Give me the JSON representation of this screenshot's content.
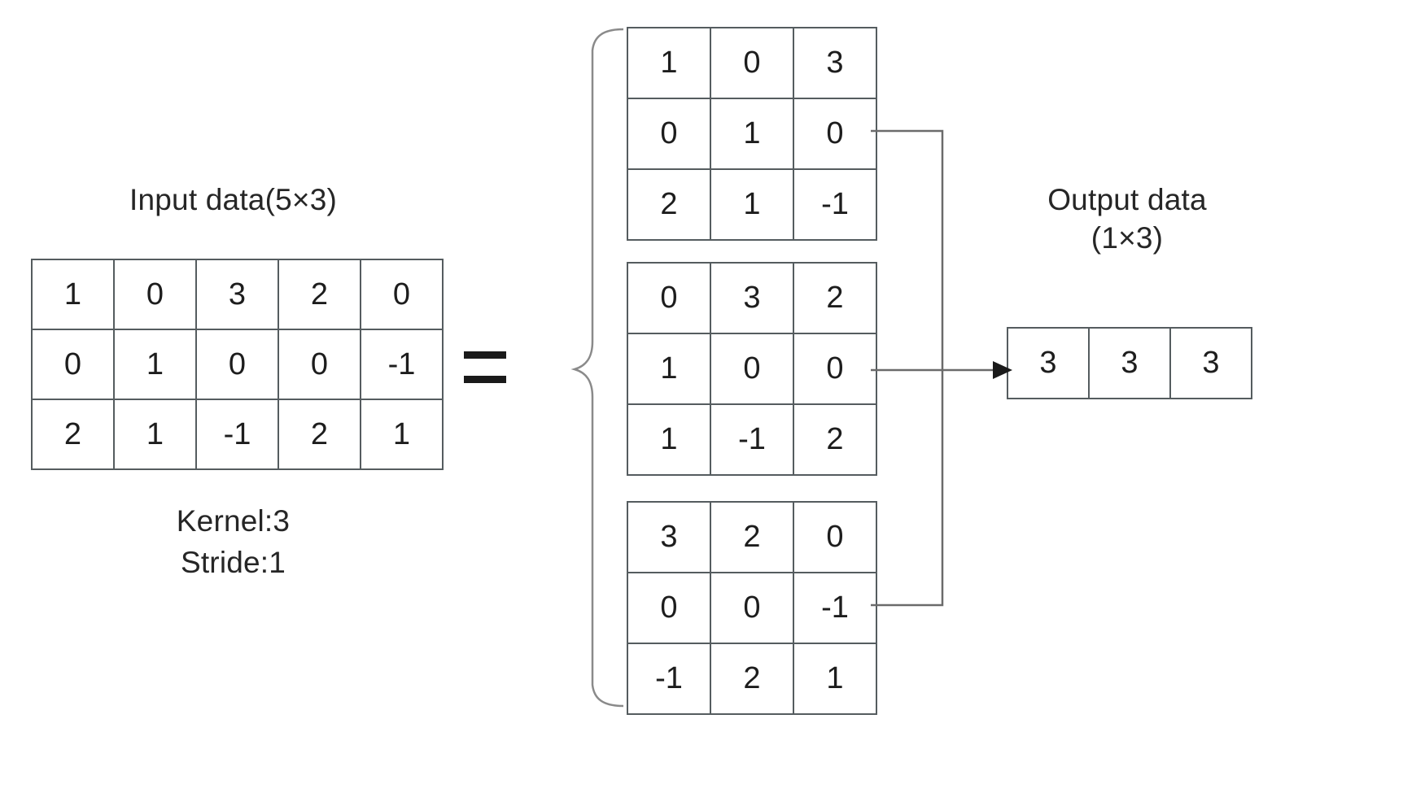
{
  "diagram": {
    "title_input": "Input data(5×3)",
    "title_output": "Output data\n(1×3)",
    "kernel_label": "Kernel:3",
    "stride_label": "Stride:1",
    "equals_symbol": "=",
    "colors": {
      "background": "#ffffff",
      "text": "#262626",
      "cell_border": "#555c5f",
      "outer_border": "#6e7478",
      "connector": "#6b6b6b",
      "arrow": "#1a1a1a"
    }
  },
  "input_matrix": {
    "label": "Input data(5×3)",
    "rows": [
      [
        "1",
        "0",
        "3",
        "2",
        "0"
      ],
      [
        "0",
        "1",
        "0",
        "0",
        "-1"
      ],
      [
        "2",
        "1",
        "-1",
        "2",
        "1"
      ]
    ]
  },
  "patches": [
    {
      "name": "patch-1",
      "rows": [
        [
          "1",
          "0",
          "3"
        ],
        [
          "0",
          "1",
          "0"
        ],
        [
          "2",
          "1",
          "-1"
        ]
      ]
    },
    {
      "name": "patch-2",
      "rows": [
        [
          "0",
          "3",
          "2"
        ],
        [
          "1",
          "0",
          "0"
        ],
        [
          "1",
          "-1",
          "2"
        ]
      ]
    },
    {
      "name": "patch-3",
      "rows": [
        [
          "3",
          "2",
          "0"
        ],
        [
          "0",
          "0",
          "-1"
        ],
        [
          "-1",
          "2",
          "1"
        ]
      ]
    }
  ],
  "output_matrix": {
    "label": "Output data\n(1×3)",
    "rows": [
      [
        "3",
        "3",
        "3"
      ]
    ]
  },
  "params": {
    "kernel": "Kernel:3",
    "stride": "Stride:1"
  }
}
